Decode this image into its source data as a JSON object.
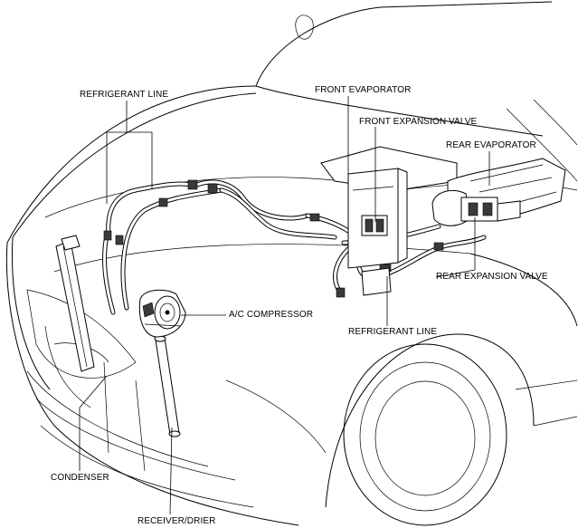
{
  "labels": {
    "refrigerant_line_top": "REFRIGERANT LINE",
    "front_evaporator": "FRONT EVAPORATOR",
    "front_expansion_valve": "FRONT EXPANSION VALVE",
    "rear_evaporator": "REAR EVAPORATOR",
    "rear_expansion_valve": "REAR EXPANSION VALVE",
    "refrigerant_line_bottom": "REFRIGERANT LINE",
    "ac_compressor": "A/C COMPRESSOR",
    "condenser": "CONDENSER",
    "receiver_drier": "RECEIVER/DRIER"
  }
}
